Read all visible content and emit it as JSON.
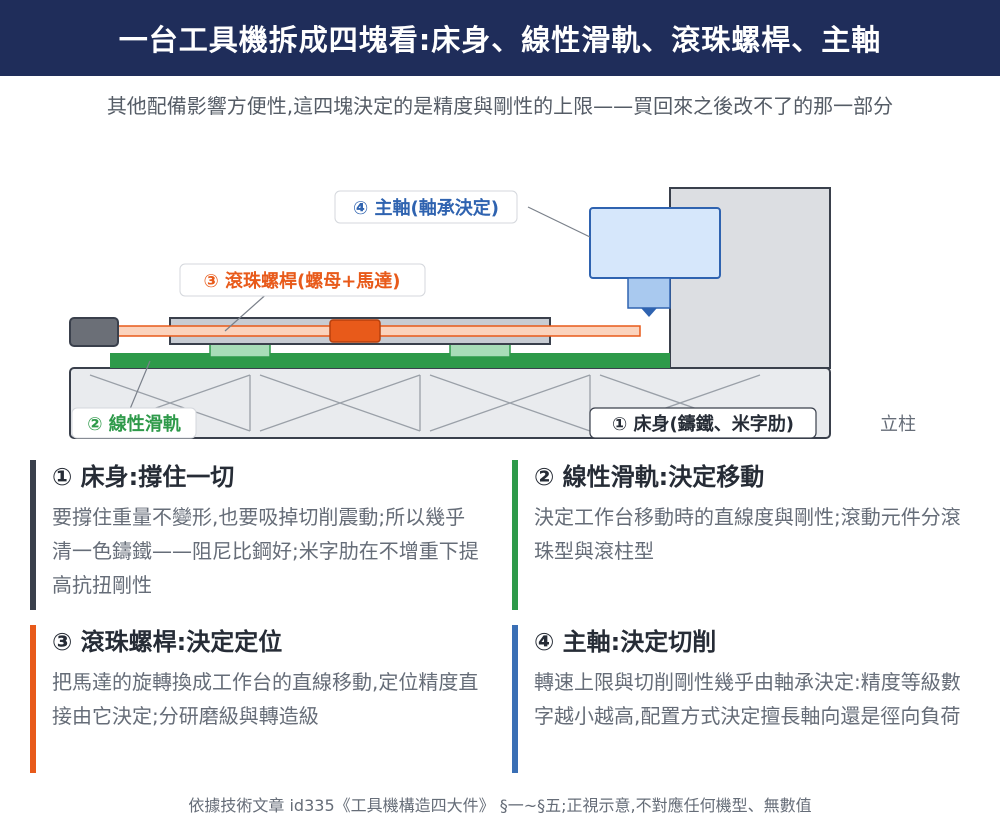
{
  "header": {
    "title": "一台工具機拆成四塊看:床身、線性滑軌、滾珠螺桿、主軸"
  },
  "subtitle": "其他配備影響方便性,這四塊決定的是精度與剛性的上限——買回來之後改不了的那一部分",
  "diagram": {
    "labels": {
      "spindle": "④ 主軸(軸承決定)",
      "ballscrew": "③ 滾珠螺桿(螺母+馬達)",
      "rail": "② 線性滑軌",
      "bed": "① 床身(鑄鐵、米字肋)",
      "column": "立柱"
    },
    "colors": {
      "bed": "#e9ebee",
      "column": "#dcdee2",
      "rail": "#2e9a4a",
      "screw_nut": "#e85a1a",
      "screw_rod": "#fbd3bd",
      "spindle": "#d6e7fb",
      "spindle_border": "#2f63b0",
      "slider": "#a8ddb8",
      "motor": "#6b6f77"
    }
  },
  "cards": {
    "bed": {
      "title": "① 床身:撐住一切",
      "body": "要撐住重量不變形,也要吸掉切削震動;所以幾乎清一色鑄鐵——阻尼比鋼好;米字肋在不增重下提高抗扭剛性"
    },
    "rail": {
      "title": "② 線性滑軌:決定移動",
      "body": "決定工作台移動時的直線度與剛性;滾動元件分滾珠型與滾柱型"
    },
    "screw": {
      "title": "③ 滾珠螺桿:決定定位",
      "body": "把馬達的旋轉換成工作台的直線移動,定位精度直接由它決定;分研磨級與轉造級"
    },
    "spindle": {
      "title": "④ 主軸:決定切削",
      "body": "轉速上限與切削剛性幾乎由軸承決定:精度等級數字越小越高,配置方式決定擅長軸向還是徑向負荷"
    }
  },
  "footer": "依據技術文章 id335《工具機構造四大件》 §一~§五;正視示意,不對應任何機型、無數值"
}
